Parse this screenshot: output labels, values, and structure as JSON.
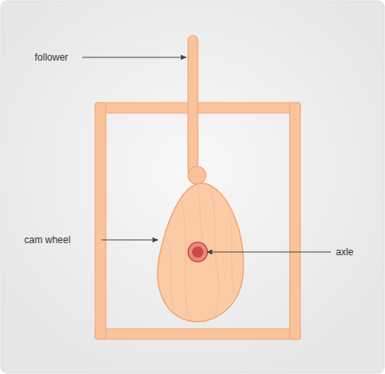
{
  "diagram": {
    "labels": [
      "follower",
      "cam wheel",
      "axle"
    ]
  }
}
